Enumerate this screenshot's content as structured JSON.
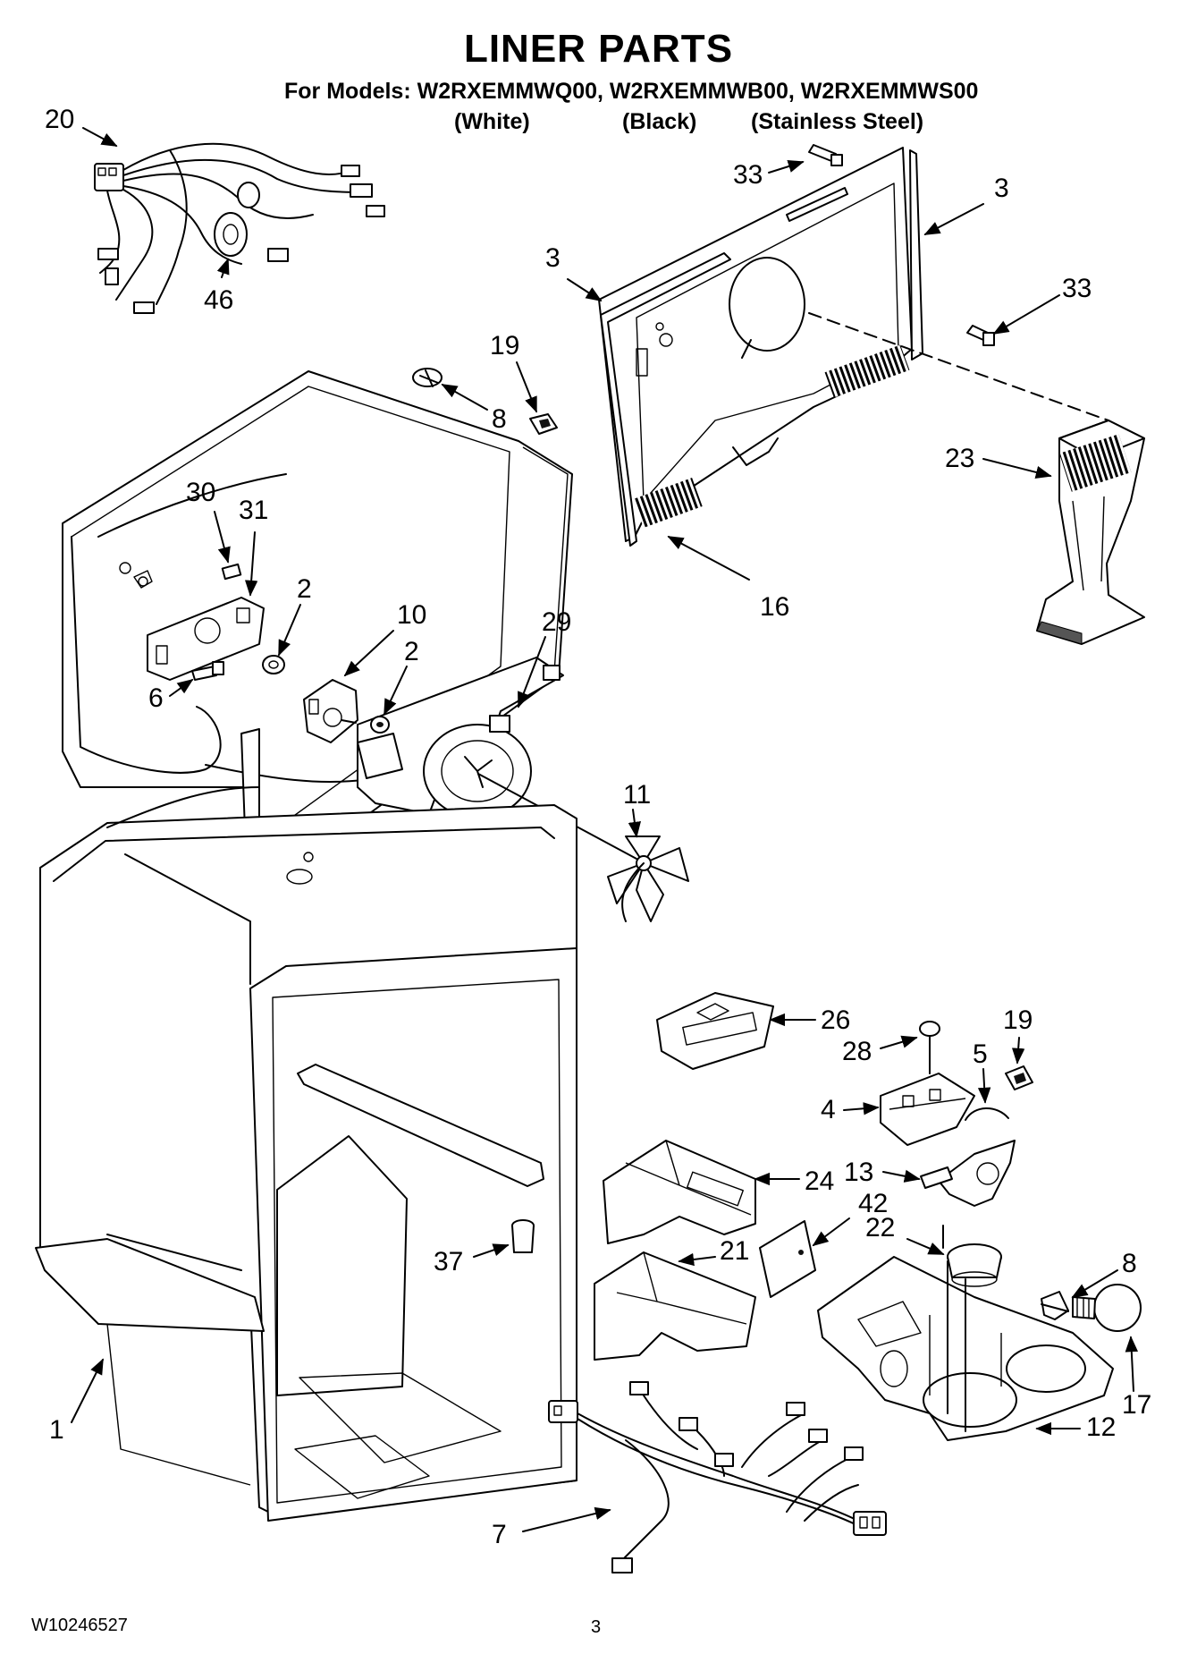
{
  "header": {
    "title": "LINER PARTS",
    "models_line": "For Models: W2RXEMMWQ00, W2RXEMMWB00, W2RXEMMWS00",
    "variants": [
      "(White)",
      "(Black)",
      "(Stainless Steel)"
    ]
  },
  "footer": {
    "doc_number": "W10246527",
    "page_number": "3"
  },
  "callouts": {
    "c20": "20",
    "c46": "46",
    "c33a": "33",
    "c3a": "3",
    "c3b": "3",
    "c33b": "33",
    "c19a": "19",
    "c8a": "8",
    "c30": "30",
    "c31": "31",
    "c2a": "2",
    "c10": "10",
    "c2b": "2",
    "c29": "29",
    "c6": "6",
    "c16": "16",
    "c23": "23",
    "c11": "11",
    "c26": "26",
    "c19b": "19",
    "c28": "28",
    "c5": "5",
    "c4": "4",
    "c13": "13",
    "c24": "24",
    "c42": "42",
    "c22": "22",
    "c21": "21",
    "c37": "37",
    "c8b": "8",
    "c17": "17",
    "c12": "12",
    "c1": "1",
    "c7": "7"
  }
}
